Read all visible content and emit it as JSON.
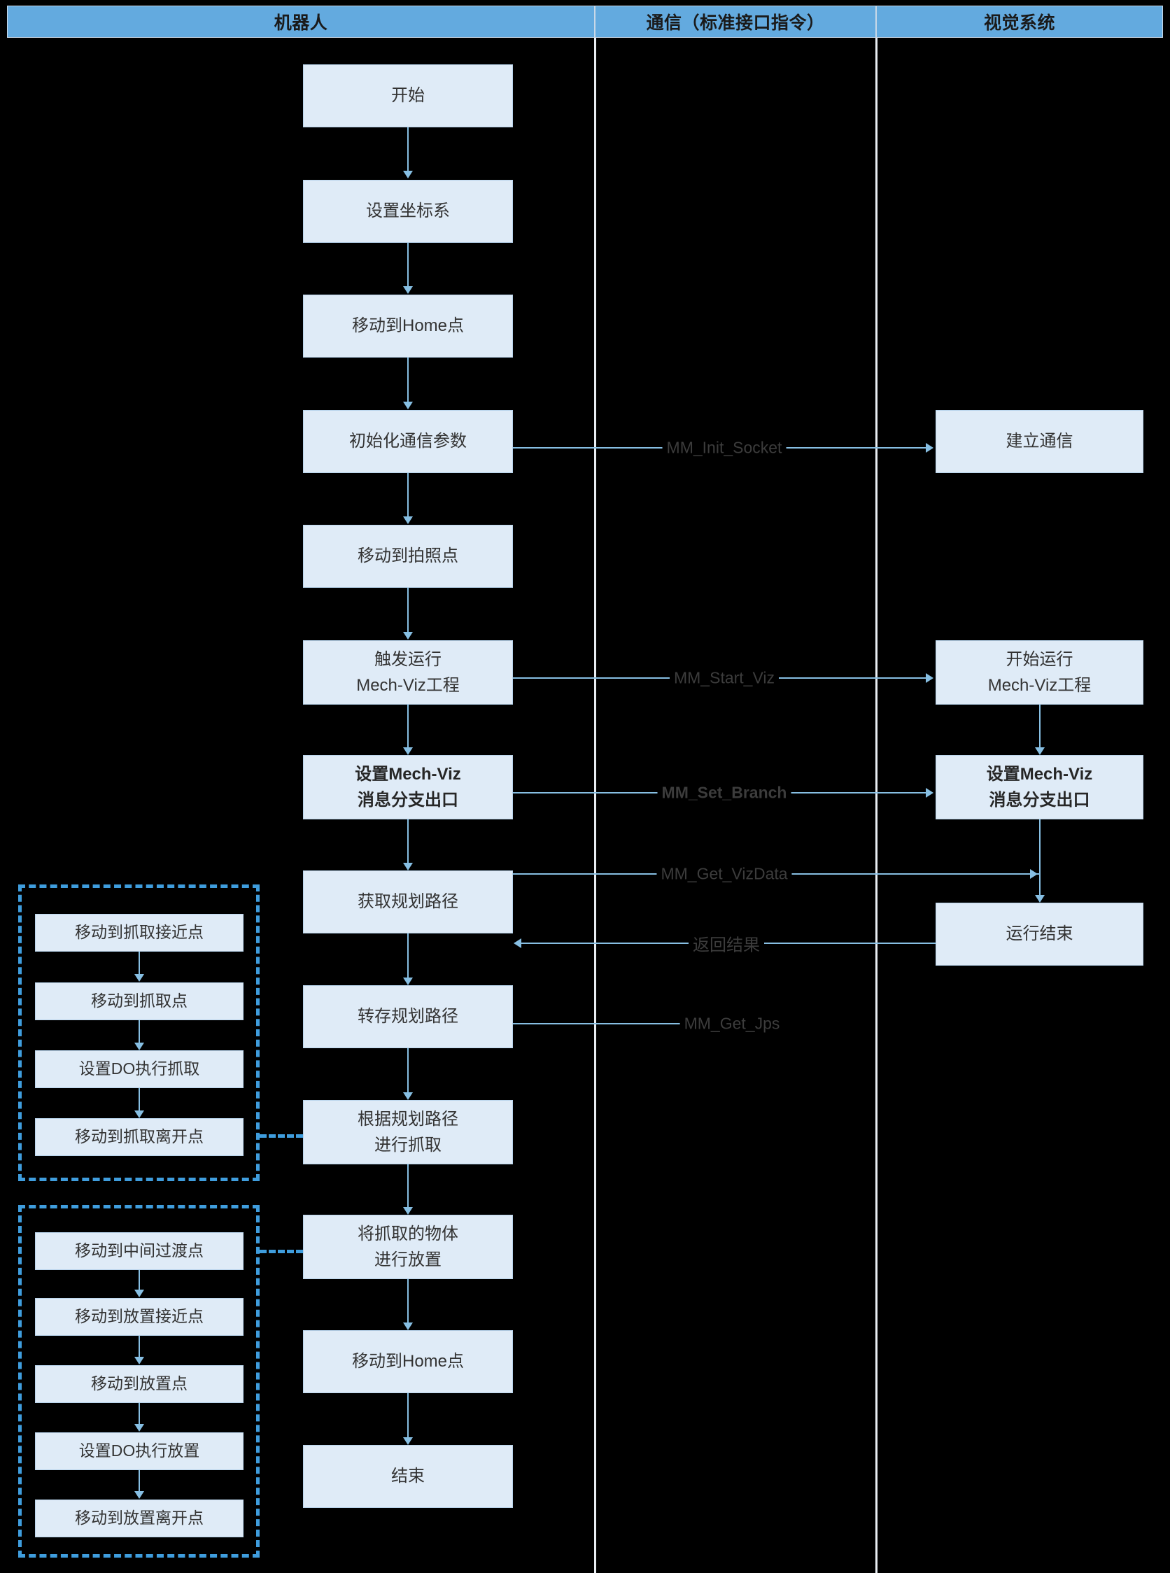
{
  "lanes": [
    {
      "label": "机器人"
    },
    {
      "label": "通信（标准接口指令）"
    },
    {
      "label": "视觉系统"
    }
  ],
  "robot_lane": {
    "steps": [
      {
        "label": "开始"
      },
      {
        "label": "设置坐标系"
      },
      {
        "label": "移动到Home点"
      },
      {
        "label": "初始化通信参数"
      },
      {
        "label": "移动到拍照点"
      },
      {
        "label": "触发运行\nMech-Viz工程"
      },
      {
        "label": "设置Mech-Viz\n消息分支出口",
        "bold": true
      },
      {
        "label": "获取规划路径"
      },
      {
        "label": "转存规划路径"
      },
      {
        "label": "根据规划路径\n进行抓取"
      },
      {
        "label": "将抓取的物体\n进行放置"
      },
      {
        "label": "移动到Home点"
      },
      {
        "label": "结束"
      }
    ]
  },
  "pick_group": {
    "steps": [
      {
        "label": "移动到抓取接近点"
      },
      {
        "label": "移动到抓取点"
      },
      {
        "label": "设置DO执行抓取"
      },
      {
        "label": "移动到抓取离开点"
      }
    ]
  },
  "place_group": {
    "steps": [
      {
        "label": "移动到中间过渡点"
      },
      {
        "label": "移动到放置接近点"
      },
      {
        "label": "移动到放置点"
      },
      {
        "label": "设置DO执行放置"
      },
      {
        "label": "移动到放置离开点"
      }
    ]
  },
  "vision_lane": {
    "steps": [
      {
        "label": "建立通信"
      },
      {
        "label": "开始运行\nMech-Viz工程"
      },
      {
        "label": "设置Mech-Viz\n消息分支出口",
        "bold": true
      },
      {
        "label": "运行结束"
      }
    ]
  },
  "messages": [
    {
      "label": "MM_Init_Socket",
      "bold": false
    },
    {
      "label": "MM_Start_Viz",
      "bold": false
    },
    {
      "label": "MM_Set_Branch",
      "bold": true
    },
    {
      "label": "MM_Get_VizData",
      "bold": false
    },
    {
      "label": "返回结果",
      "bold": false
    },
    {
      "label": "MM_Get_Jps",
      "bold": false
    }
  ],
  "colors": {
    "lane_header_bg": "#63aadf",
    "box_fill": "#dfebf7",
    "box_border": "#b9d4ec",
    "connector": "#87bfe3",
    "dashed_group": "#3f9ddd",
    "background": "#000000",
    "divider": "#e9eef3"
  }
}
